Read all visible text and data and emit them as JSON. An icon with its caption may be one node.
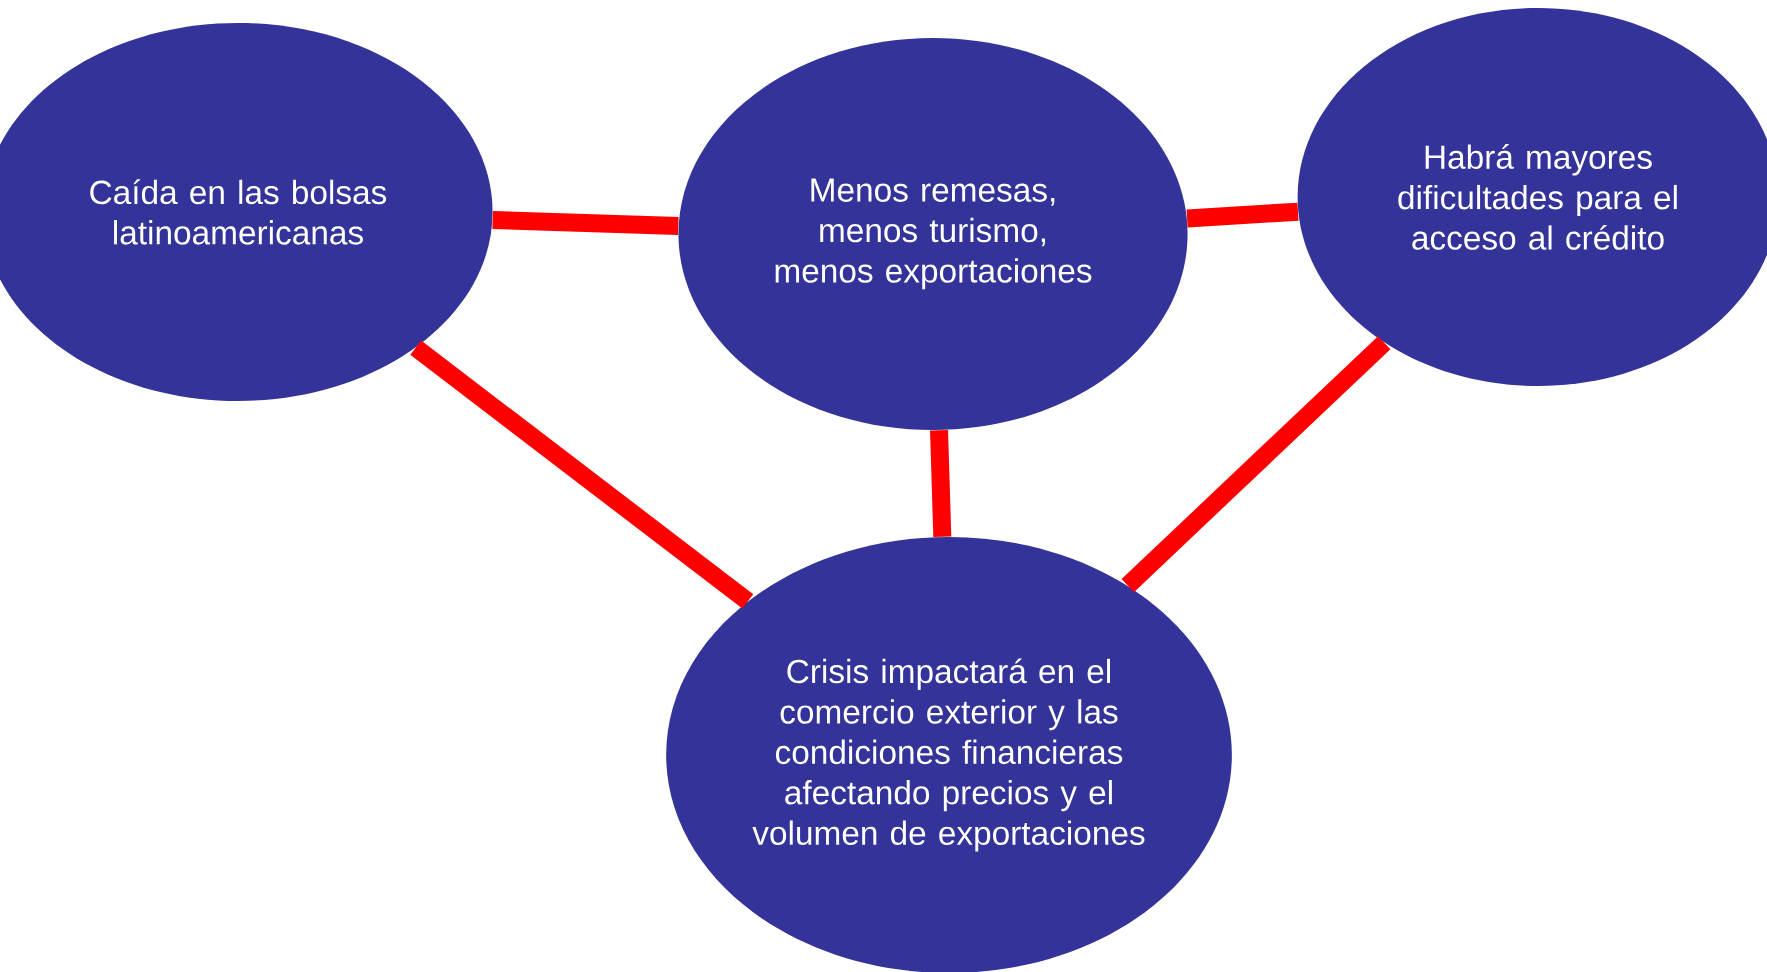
{
  "diagram": {
    "nodes": [
      {
        "text": [
          "Caída en las bolsas latinoamericanas"
        ]
      },
      {
        "text": [
          "Menos remesas, menos turismo, menos exportaciones"
        ]
      },
      {
        "text": [
          "Habrá mayores dificultades para el acceso al crédito"
        ]
      },
      {
        "text": [
          "Crisis impactará en el comercio exterior y las condiciones financieras afectando precios y el volumen de exportaciones"
        ]
      }
    ],
    "edges": [
      {
        "from": 0,
        "to": 1,
        "arrow": "none"
      },
      {
        "from": 1,
        "to": 2,
        "arrow": "none"
      },
      {
        "from": 0,
        "to": 3,
        "arrow": "none"
      },
      {
        "from": 1,
        "to": 3,
        "arrow": "none"
      },
      {
        "from": 2,
        "to": 3,
        "arrow": "none"
      }
    ]
  }
}
